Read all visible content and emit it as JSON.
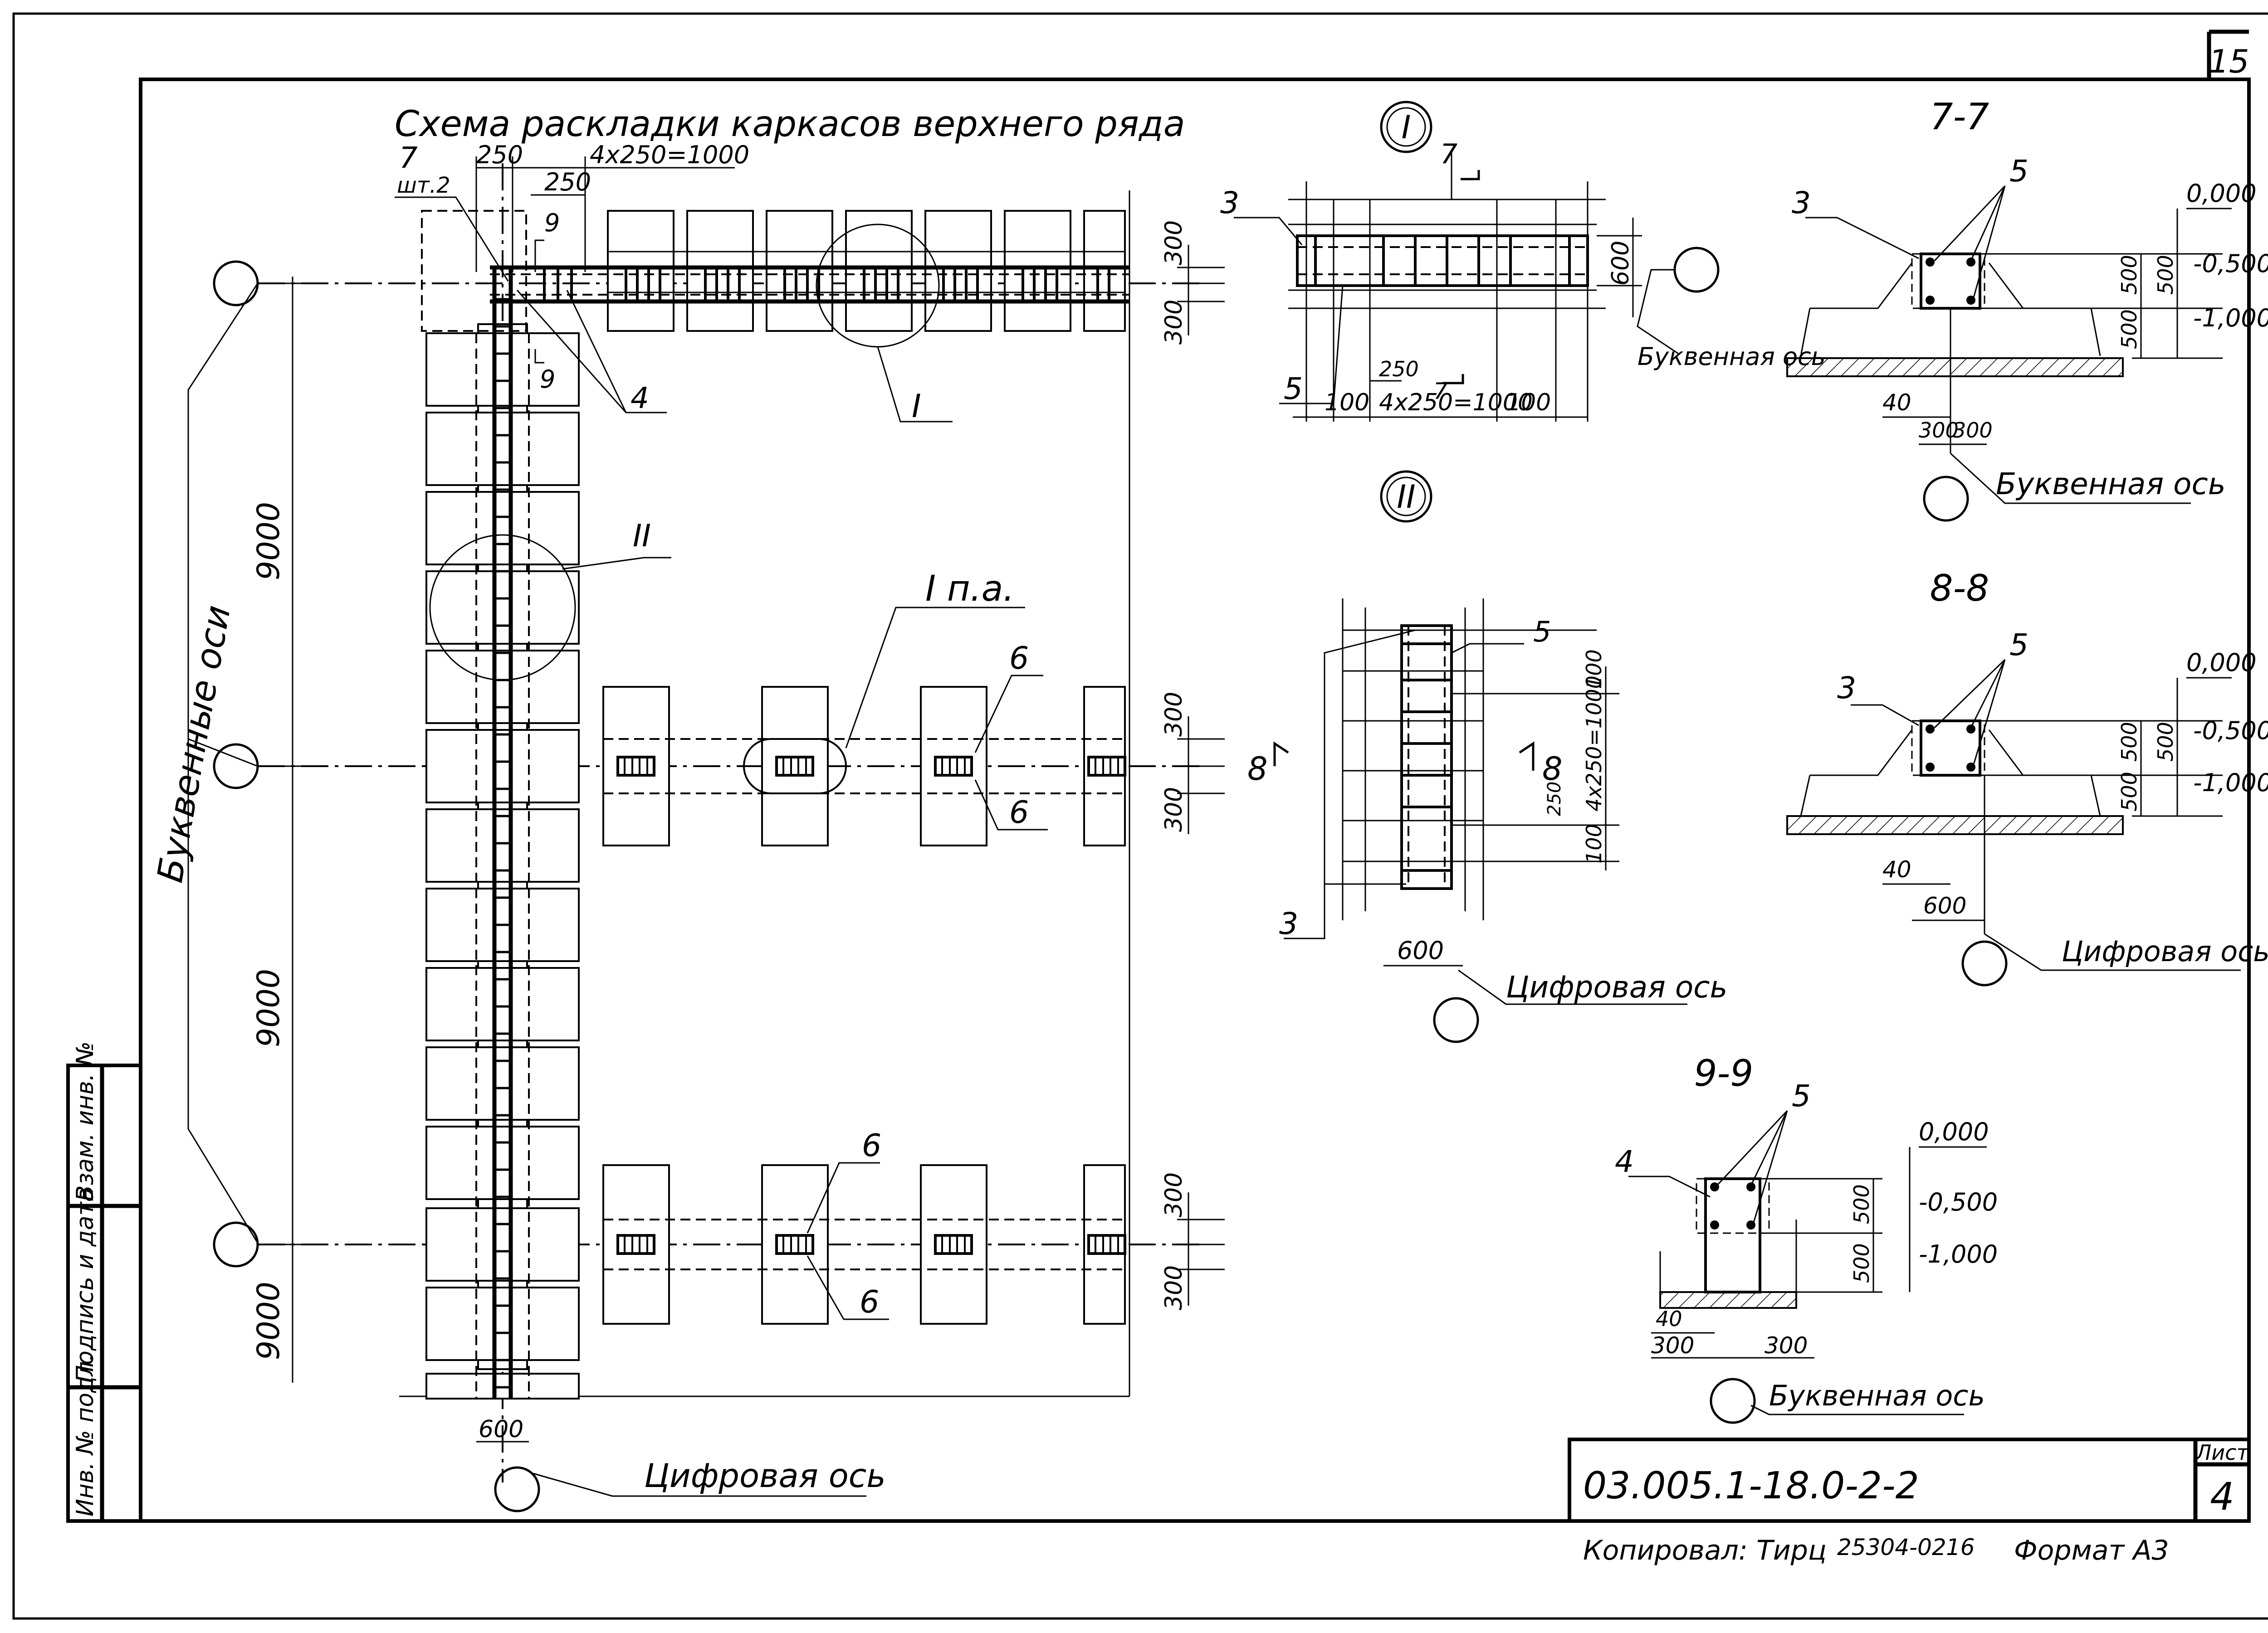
{
  "sheet": {
    "number": "15",
    "designation": "03.005.1-18.0-2-2",
    "list_label": "Лист",
    "list_number": "4",
    "copied": "Копировал: Тирц",
    "order": "25304-02",
    "order_page": "16",
    "format": "Формат А3"
  },
  "side_stamp": {
    "inv_no": "Инв. № подл.",
    "sign_date": "Подпись и дата",
    "replace_inv": "Взам. инв. №"
  },
  "plan": {
    "title": "Схема раскладки каркасов верхнего ряда",
    "label_axes_letters": "Буквенные оси",
    "label_axis_digital": "Цифровая ось",
    "dim_9000": "9000",
    "dim_300": "300",
    "dim_600": "600",
    "dim_250": "250",
    "dim_4x250": "4x250=1000",
    "callout_7": "7",
    "callout_7_qty": "шт.2",
    "callout_9": "9",
    "callout_4": "4",
    "callout_6": "6",
    "node_I": "I",
    "node_II": "II",
    "node_I_pa": "I п.а."
  },
  "node_I": {
    "mark": "I",
    "cut": "7",
    "label_3": "3",
    "label_5": "5",
    "dim_100": "100",
    "dim_250": "250",
    "dim_4x250": "4x250=1000",
    "dim_600": "600",
    "axis_label": "Буквенная ось"
  },
  "node_II": {
    "mark": "II",
    "cut": "8",
    "label_3": "3",
    "label_5": "5",
    "dim_100": "100",
    "dim_250": "250",
    "dim_4x250": "4x250=1000",
    "dim_600": "600",
    "axis_label": "Цифровая ось"
  },
  "section_7": {
    "title": "7-7",
    "label_3": "3",
    "label_5": "5",
    "lvl_0": "0,000",
    "lvl_05": "-0,500",
    "lvl_1": "-1,000",
    "dim_500": "500",
    "dim_40": "40",
    "dim_300": "300",
    "axis_label": "Буквенная ось"
  },
  "section_8": {
    "title": "8-8",
    "label_3": "3",
    "label_5": "5",
    "lvl_0": "0,000",
    "lvl_05": "-0,500",
    "lvl_1": "-1,000",
    "dim_500": "500",
    "dim_40": "40",
    "dim_600": "600",
    "axis_label": "Цифровая ось"
  },
  "section_9": {
    "title": "9-9",
    "label_4": "4",
    "label_5": "5",
    "lvl_0": "0,000",
    "lvl_05": "-0,500",
    "lvl_1": "-1,000",
    "dim_500": "500",
    "dim_40": "40",
    "dim_300": "300",
    "axis_label": "Буквенная ось"
  }
}
